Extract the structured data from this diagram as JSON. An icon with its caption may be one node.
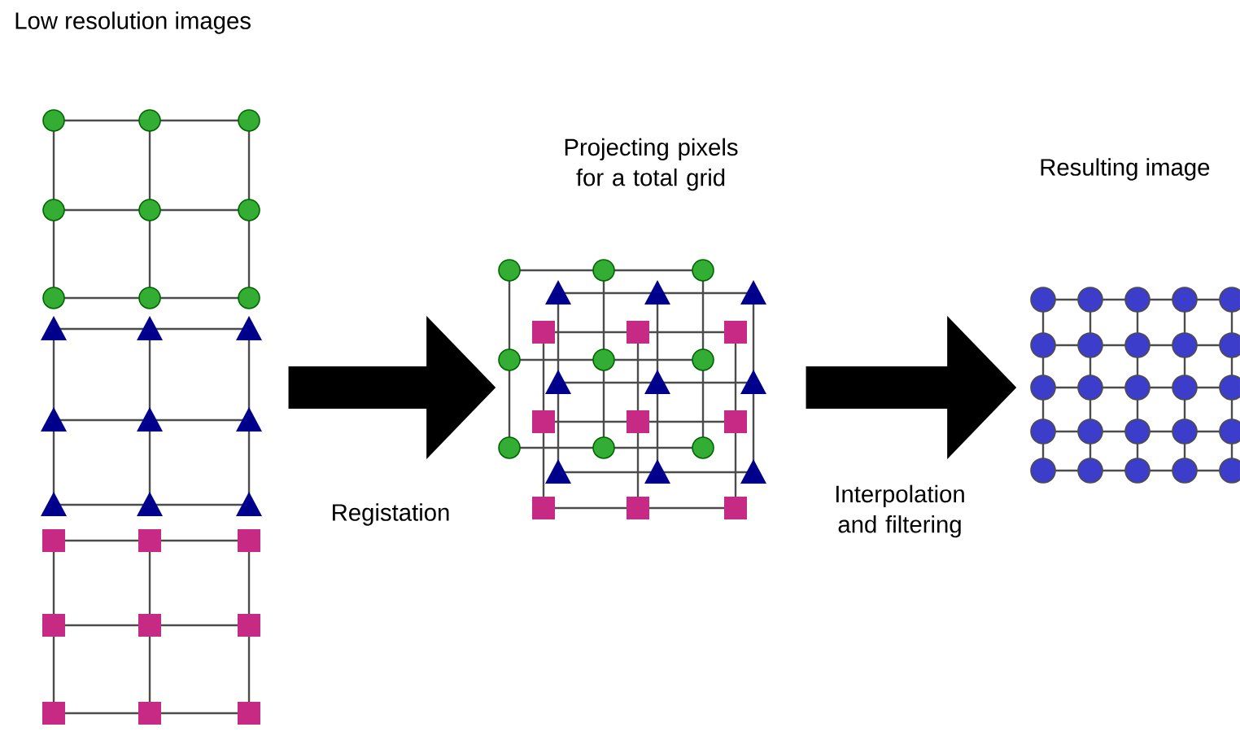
{
  "diagram": {
    "nodes": [
      {
        "text": [
          "Low resolution images"
        ]
      },
      {
        "text": [
          "Projecting pixels for a total grid"
        ]
      },
      {
        "text": [
          "Resulting image"
        ]
      }
    ],
    "edges": [
      {
        "from": 0,
        "to": 1,
        "arrow": "to",
        "label": "Registation"
      },
      {
        "from": 1,
        "to": 2,
        "arrow": "to",
        "label": "Interpolation and filtering"
      }
    ]
  }
}
